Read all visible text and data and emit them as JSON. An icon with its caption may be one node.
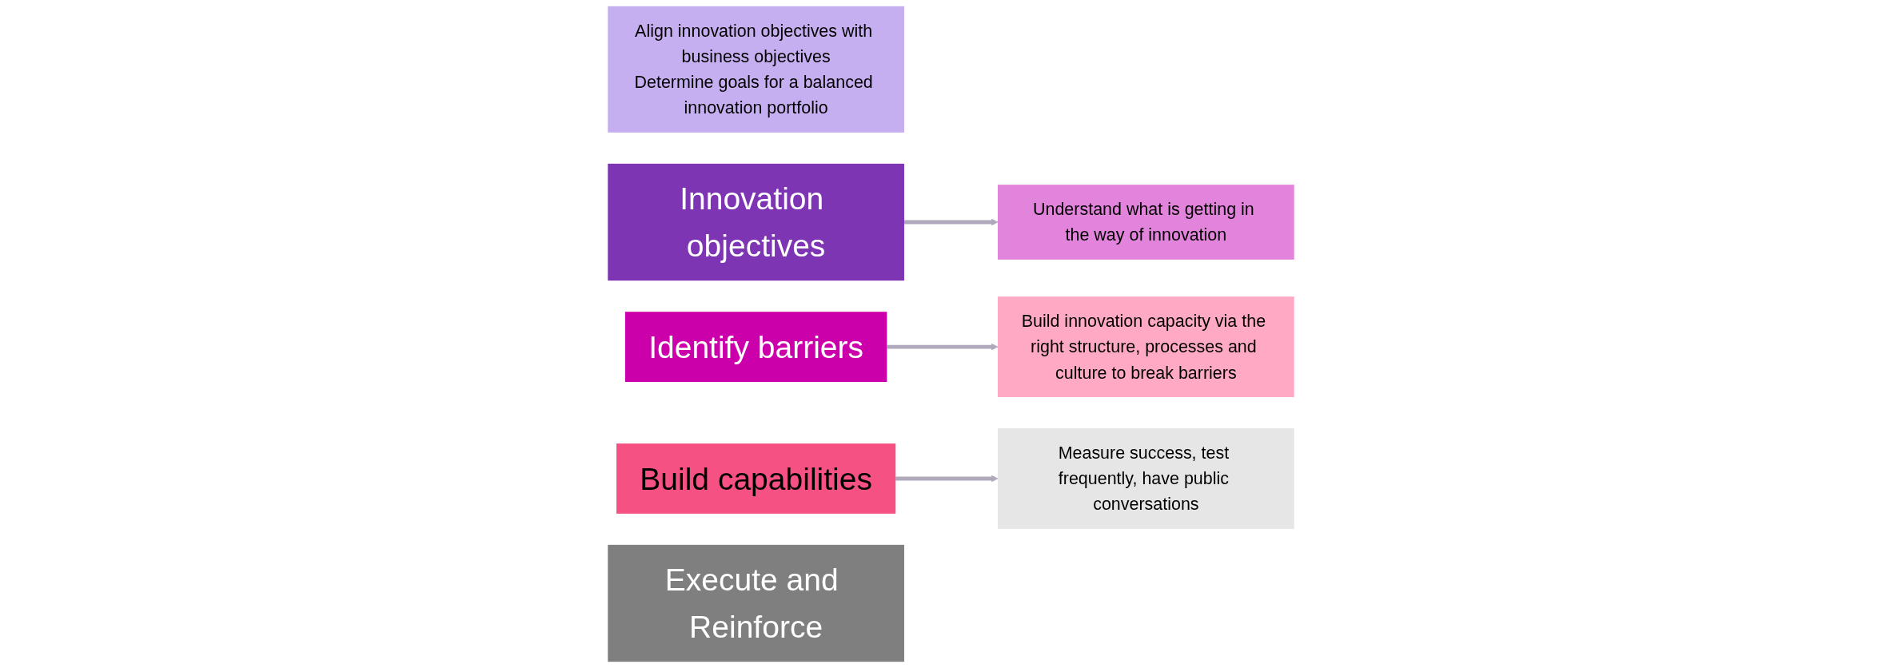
{
  "diagram": {
    "nodes": [
      {
        "text": [
          "Align innovation objectives with business objectives",
          "Determine goals for a balanced innovation portfolio"
        ]
      },
      {
        "text": [
          "Innovation objectives"
        ]
      },
      {
        "text": [
          "Understand what is getting in the way of innovation"
        ]
      },
      {
        "text": [
          "Identify barriers"
        ]
      },
      {
        "text": [
          "Build innovation capacity via the right structure, processes and culture to break barriers"
        ]
      },
      {
        "text": [
          "Build capabilities"
        ]
      },
      {
        "text": [
          "Measure success, test frequently, have public conversations"
        ]
      },
      {
        "text": [
          "Execute and Reinforce"
        ]
      }
    ],
    "edges": [
      {
        "from": 1,
        "to": 2,
        "arrow": "to"
      },
      {
        "from": 3,
        "to": 4,
        "arrow": "to"
      },
      {
        "from": 5,
        "to": 6,
        "arrow": "to"
      }
    ]
  }
}
